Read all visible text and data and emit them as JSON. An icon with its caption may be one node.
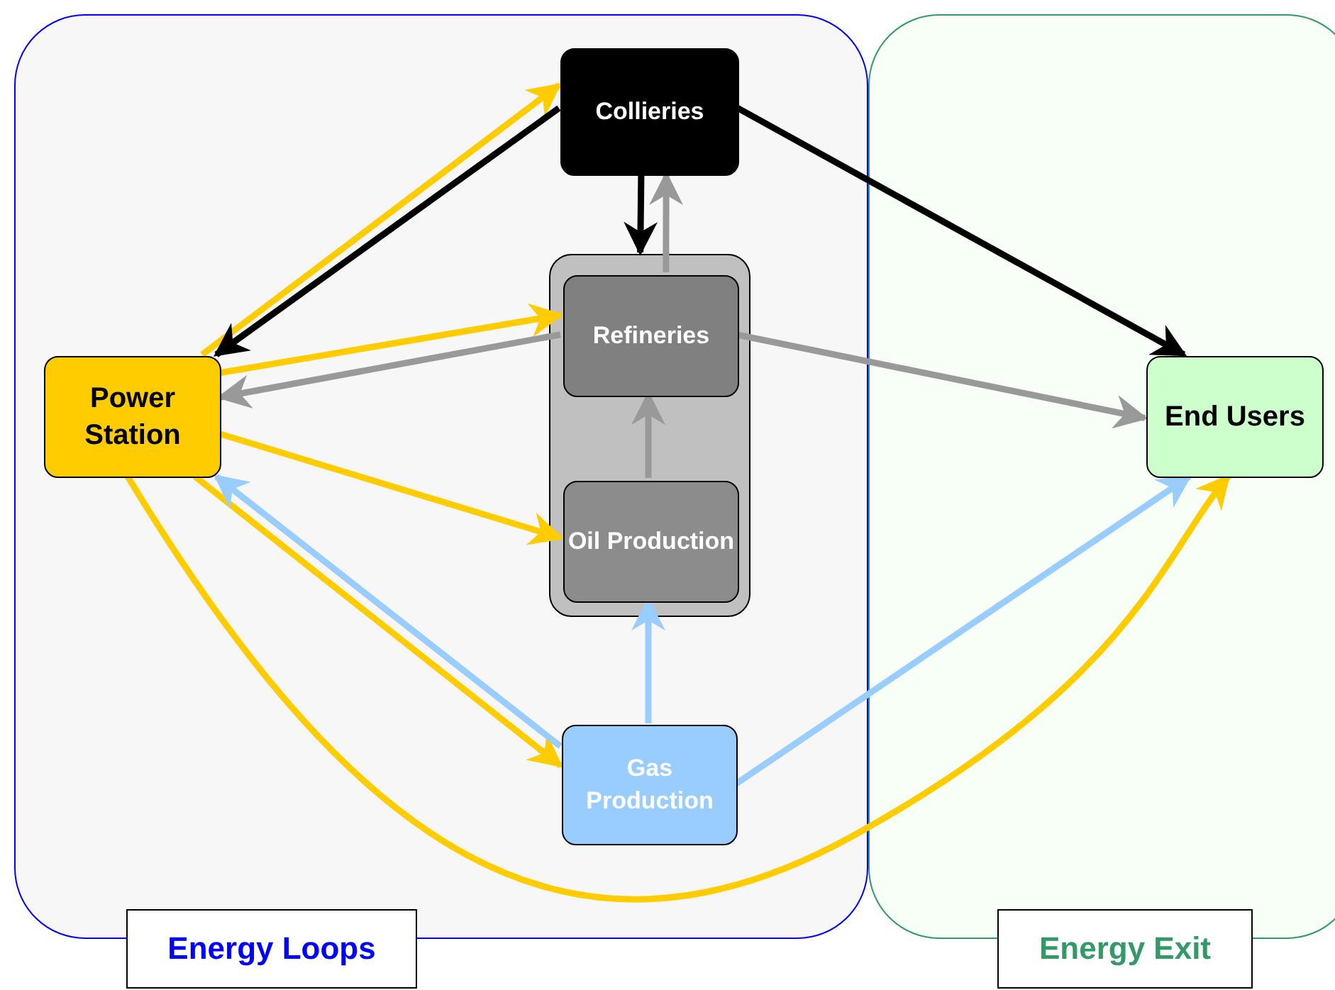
{
  "diagram": {
    "nodes": [
      {
        "text": [
          "Energy Loops"
        ]
      },
      {
        "text": [
          "Energy Exit"
        ]
      },
      {
        "text": [
          "Collieries"
        ],
        "in": 0
      },
      {
        "text": [
          "Power Station"
        ],
        "in": 0
      },
      {
        "text": [],
        "shape": "box",
        "in": 0
      },
      {
        "text": [
          "Refineries"
        ],
        "in": 4
      },
      {
        "text": [
          "Oil Production"
        ],
        "in": 4
      },
      {
        "text": [
          "Gas Production"
        ],
        "in": 0
      },
      {
        "text": [
          "End Users"
        ],
        "in": 1
      }
    ],
    "edges": [
      {
        "from": 3,
        "to": 2,
        "arrow": "to",
        "color": "#ffcc00"
      },
      {
        "from": 2,
        "to": 3,
        "arrow": "to",
        "color": "#000000"
      },
      {
        "from": 2,
        "to": 4,
        "arrow": "to",
        "color": "#000000"
      },
      {
        "from": 5,
        "to": 2,
        "arrow": "to",
        "color": "#999999"
      },
      {
        "from": 2,
        "to": 8,
        "arrow": "to",
        "color": "#000000"
      },
      {
        "from": 3,
        "to": 5,
        "arrow": "to",
        "color": "#ffcc00"
      },
      {
        "from": 5,
        "to": 3,
        "arrow": "to",
        "color": "#999999"
      },
      {
        "from": 5,
        "to": 8,
        "arrow": "to",
        "color": "#999999"
      },
      {
        "from": 3,
        "to": 6,
        "arrow": "to",
        "color": "#ffcc00"
      },
      {
        "from": 6,
        "to": 5,
        "arrow": "to",
        "color": "#999999"
      },
      {
        "from": 3,
        "to": 7,
        "arrow": "to",
        "color": "#ffcc00"
      },
      {
        "from": 7,
        "to": 3,
        "arrow": "to",
        "color": "#99ccff"
      },
      {
        "from": 7,
        "to": 6,
        "arrow": "to",
        "color": "#99ccff"
      },
      {
        "from": 7,
        "to": 8,
        "arrow": "to",
        "color": "#99ccff"
      },
      {
        "from": 3,
        "to": 8,
        "arrow": "to",
        "color": "#ffcc00"
      }
    ]
  }
}
